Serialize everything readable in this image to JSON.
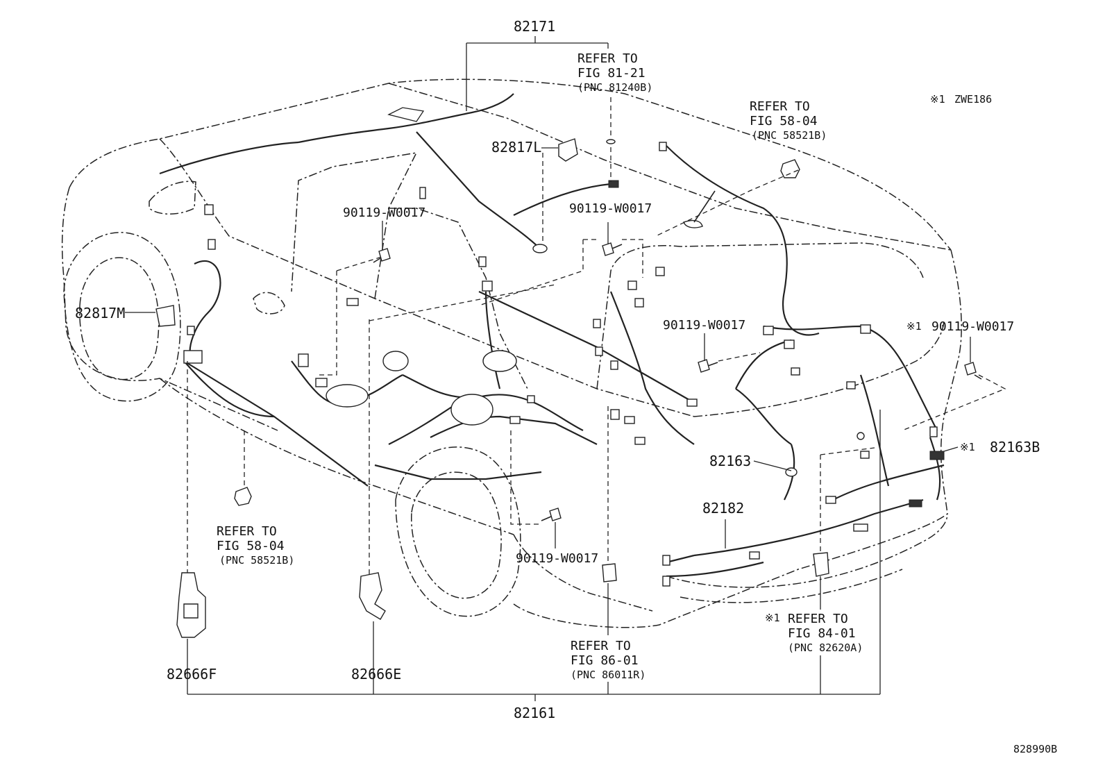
{
  "diagram": {
    "part_numbers": {
      "p82171": "82171",
      "p82817L": "82817L",
      "p82817M": "82817M",
      "p82163": "82163",
      "p82163B": "82163B",
      "p82182": "82182",
      "p82666F": "82666F",
      "p82666E": "82666E",
      "p82161": "82161"
    },
    "fasteners": {
      "f1": "90119-W0017",
      "f2": "90119-W0017",
      "f3": "90119-W0017",
      "f4": "90119-W0017",
      "f5": "90119-W0017"
    },
    "refs": {
      "r81": {
        "refer": "REFER TO",
        "fig": "FIG 81-21",
        "pnc": "(PNC 81240B)"
      },
      "r58top": {
        "refer": "REFER TO",
        "fig": "FIG 58-04",
        "pnc": "(PNC 58521B)"
      },
      "r58left": {
        "refer": "REFER TO",
        "fig": "FIG 58-04",
        "pnc": "(PNC 58521B)"
      },
      "r86": {
        "refer": "REFER TO",
        "fig": "FIG 86-01",
        "pnc": "(PNC 86011R)"
      },
      "r84": {
        "refer": "REFER TO",
        "fig": "FIG 84-01",
        "pnc": "(PNC 82620A)"
      }
    },
    "notes": {
      "mark": "※1",
      "variant": "ZWE186"
    },
    "illustration_code": "828990B"
  }
}
